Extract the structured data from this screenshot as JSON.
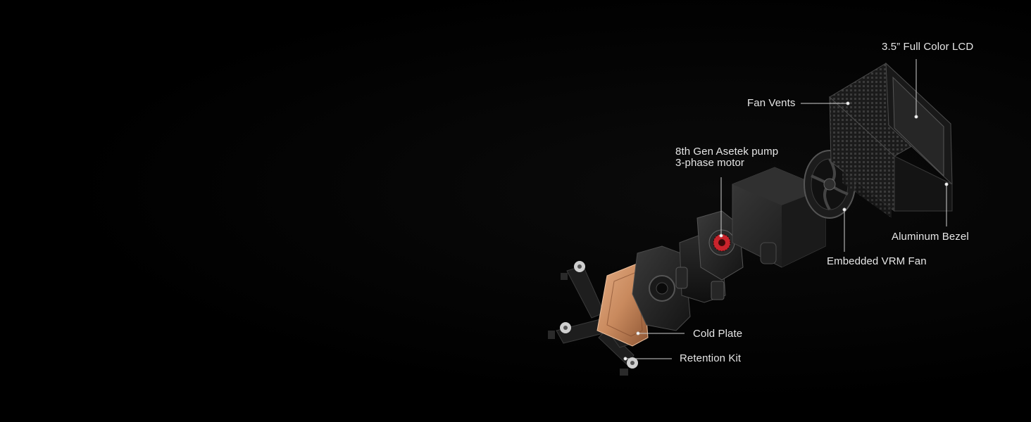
{
  "labels": {
    "lcd": "3.5” Full Color LCD",
    "fan_vents": "Fan Vents",
    "pump_line1": "8th Gen Asetek pump",
    "pump_line2": "3-phase motor",
    "aluminum_bezel": "Aluminum Bezel",
    "vrm_fan": "Embedded VRM Fan",
    "cold_plate": "Cold Plate",
    "retention_kit": "Retention Kit"
  },
  "colors": {
    "background": "#000000",
    "label_text": "#e6e6e6",
    "leader_line": "#cfcfcf",
    "copper": "#c98a5e",
    "pump_accent": "#c8242c"
  }
}
